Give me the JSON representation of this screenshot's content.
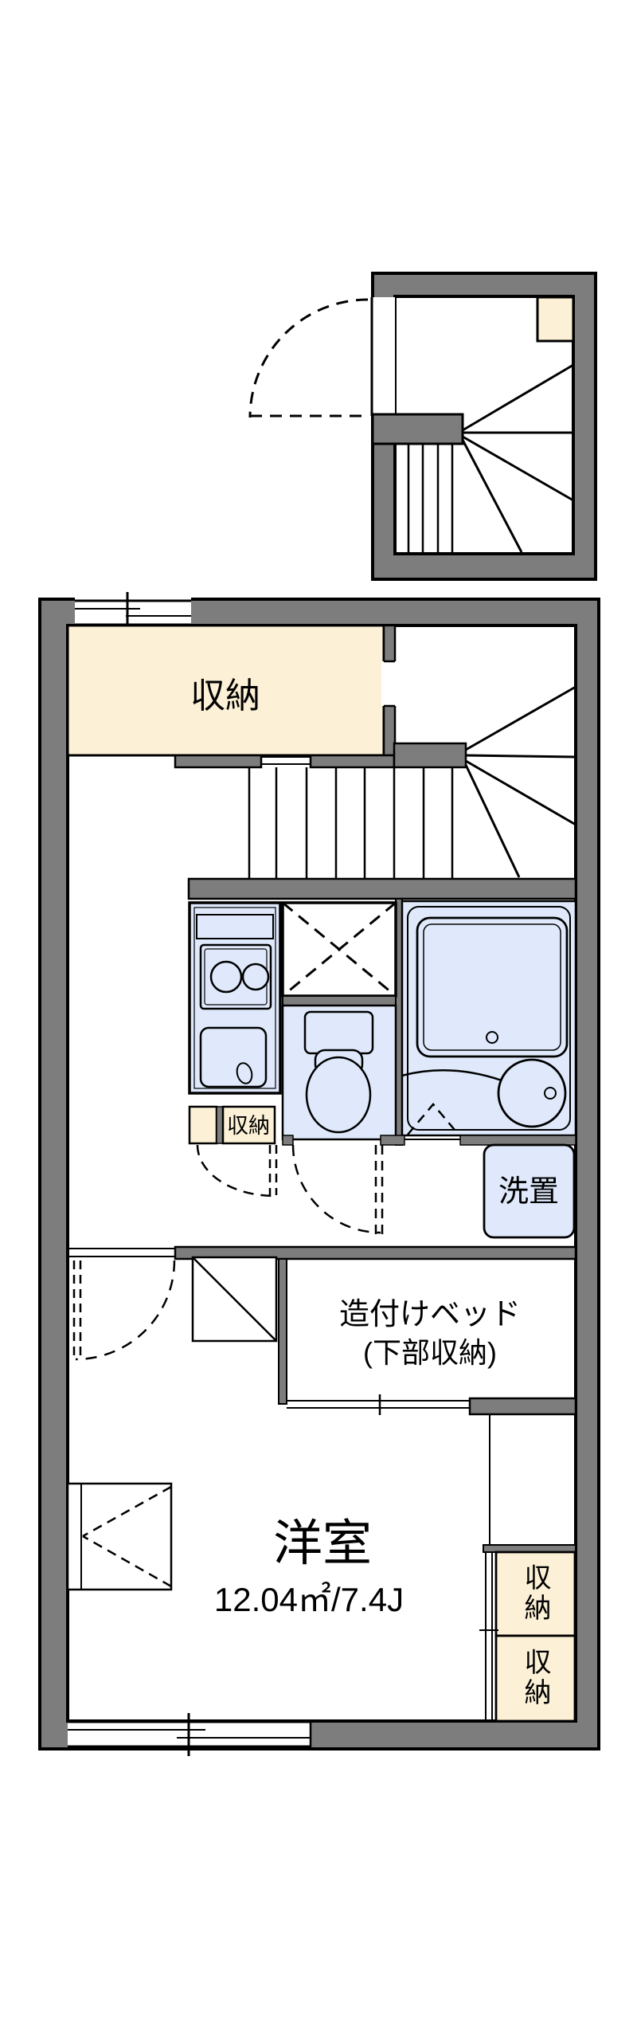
{
  "document": {
    "type": "japanese-apartment-floor-plan",
    "floors": [
      "entrance-floor",
      "main-floor"
    ]
  },
  "colors": {
    "wall_gray": "#7d7d7d",
    "closet_cream": "#fcf0d6",
    "fixture_blue": "#dfe9fb",
    "line_black": "#000000",
    "background": "#ffffff"
  },
  "labels": {
    "closet": "収納",
    "under_stair_storage": "収納",
    "washer_space": "洗置",
    "bed_line1": "造付けベッド",
    "bed_line2": "(下部収納)",
    "room_name": "洋室",
    "room_area": "12.04㎡/7.4J",
    "right_storage_top": "収納",
    "right_storage_bottom": "収納"
  }
}
